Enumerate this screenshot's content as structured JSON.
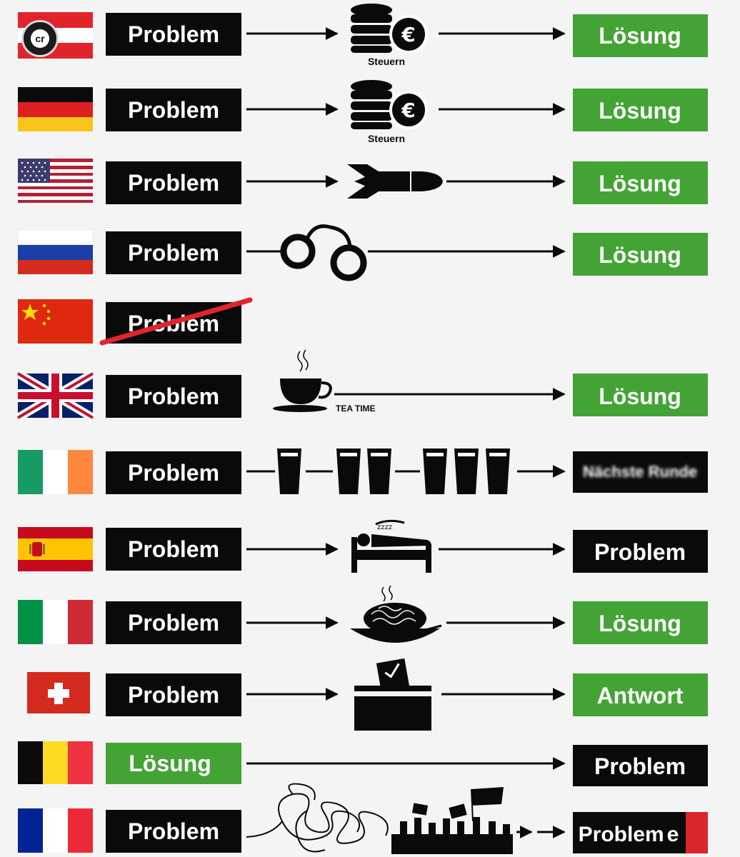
{
  "watermark": {
    "text": "cr"
  },
  "rows": [
    {
      "country": "Austria",
      "left": "Problem",
      "middle_caption": "Steuern",
      "right": "Lösung"
    },
    {
      "country": "Germany",
      "left": "Problem",
      "middle_caption": "Steuern",
      "right": "Lösung"
    },
    {
      "country": "United States",
      "left": "Problem",
      "right": "Lösung"
    },
    {
      "country": "Russia",
      "left": "Problem",
      "right": "Lösung"
    },
    {
      "country": "China",
      "left": "Problem"
    },
    {
      "country": "United Kingdom",
      "left": "Problem",
      "middle_caption": "TEA TIME",
      "right": "Lösung"
    },
    {
      "country": "Ireland",
      "left": "Problem",
      "right": "Nächste Runde"
    },
    {
      "country": "Spain",
      "left": "Problem",
      "right": "Problem"
    },
    {
      "country": "Italy",
      "left": "Problem",
      "right": "Lösung"
    },
    {
      "country": "Switzerland",
      "left": "Problem",
      "right": "Antwort"
    },
    {
      "country": "Belgium",
      "left": "Lösung",
      "right": "Problem"
    },
    {
      "country": "France",
      "left": "Problem",
      "right": "Problem",
      "right_suffix": "e"
    }
  ],
  "colors": {
    "black_box": "#0a0a0a",
    "green_box": "#43a435",
    "strike_red": "#e0262b",
    "france_red_accent": "#d9262c"
  }
}
